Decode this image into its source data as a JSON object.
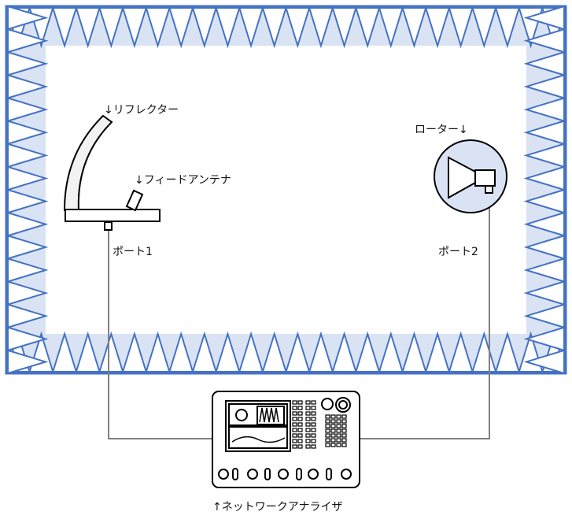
{
  "labels": {
    "reflector": "↓リフレクター",
    "feed_antenna": "↓フィードアンテナ",
    "rotator": "ローター↓",
    "port1": "ポート1",
    "port2": "ポート2",
    "network_analyzer": "↑ネットワークアナライザ"
  },
  "colors": {
    "chamber_border": "#4472c4",
    "absorber_fill": "#dae3f3",
    "cable": "#808080",
    "outline": "#000000",
    "reflector_fill": "#f2f2f2"
  }
}
